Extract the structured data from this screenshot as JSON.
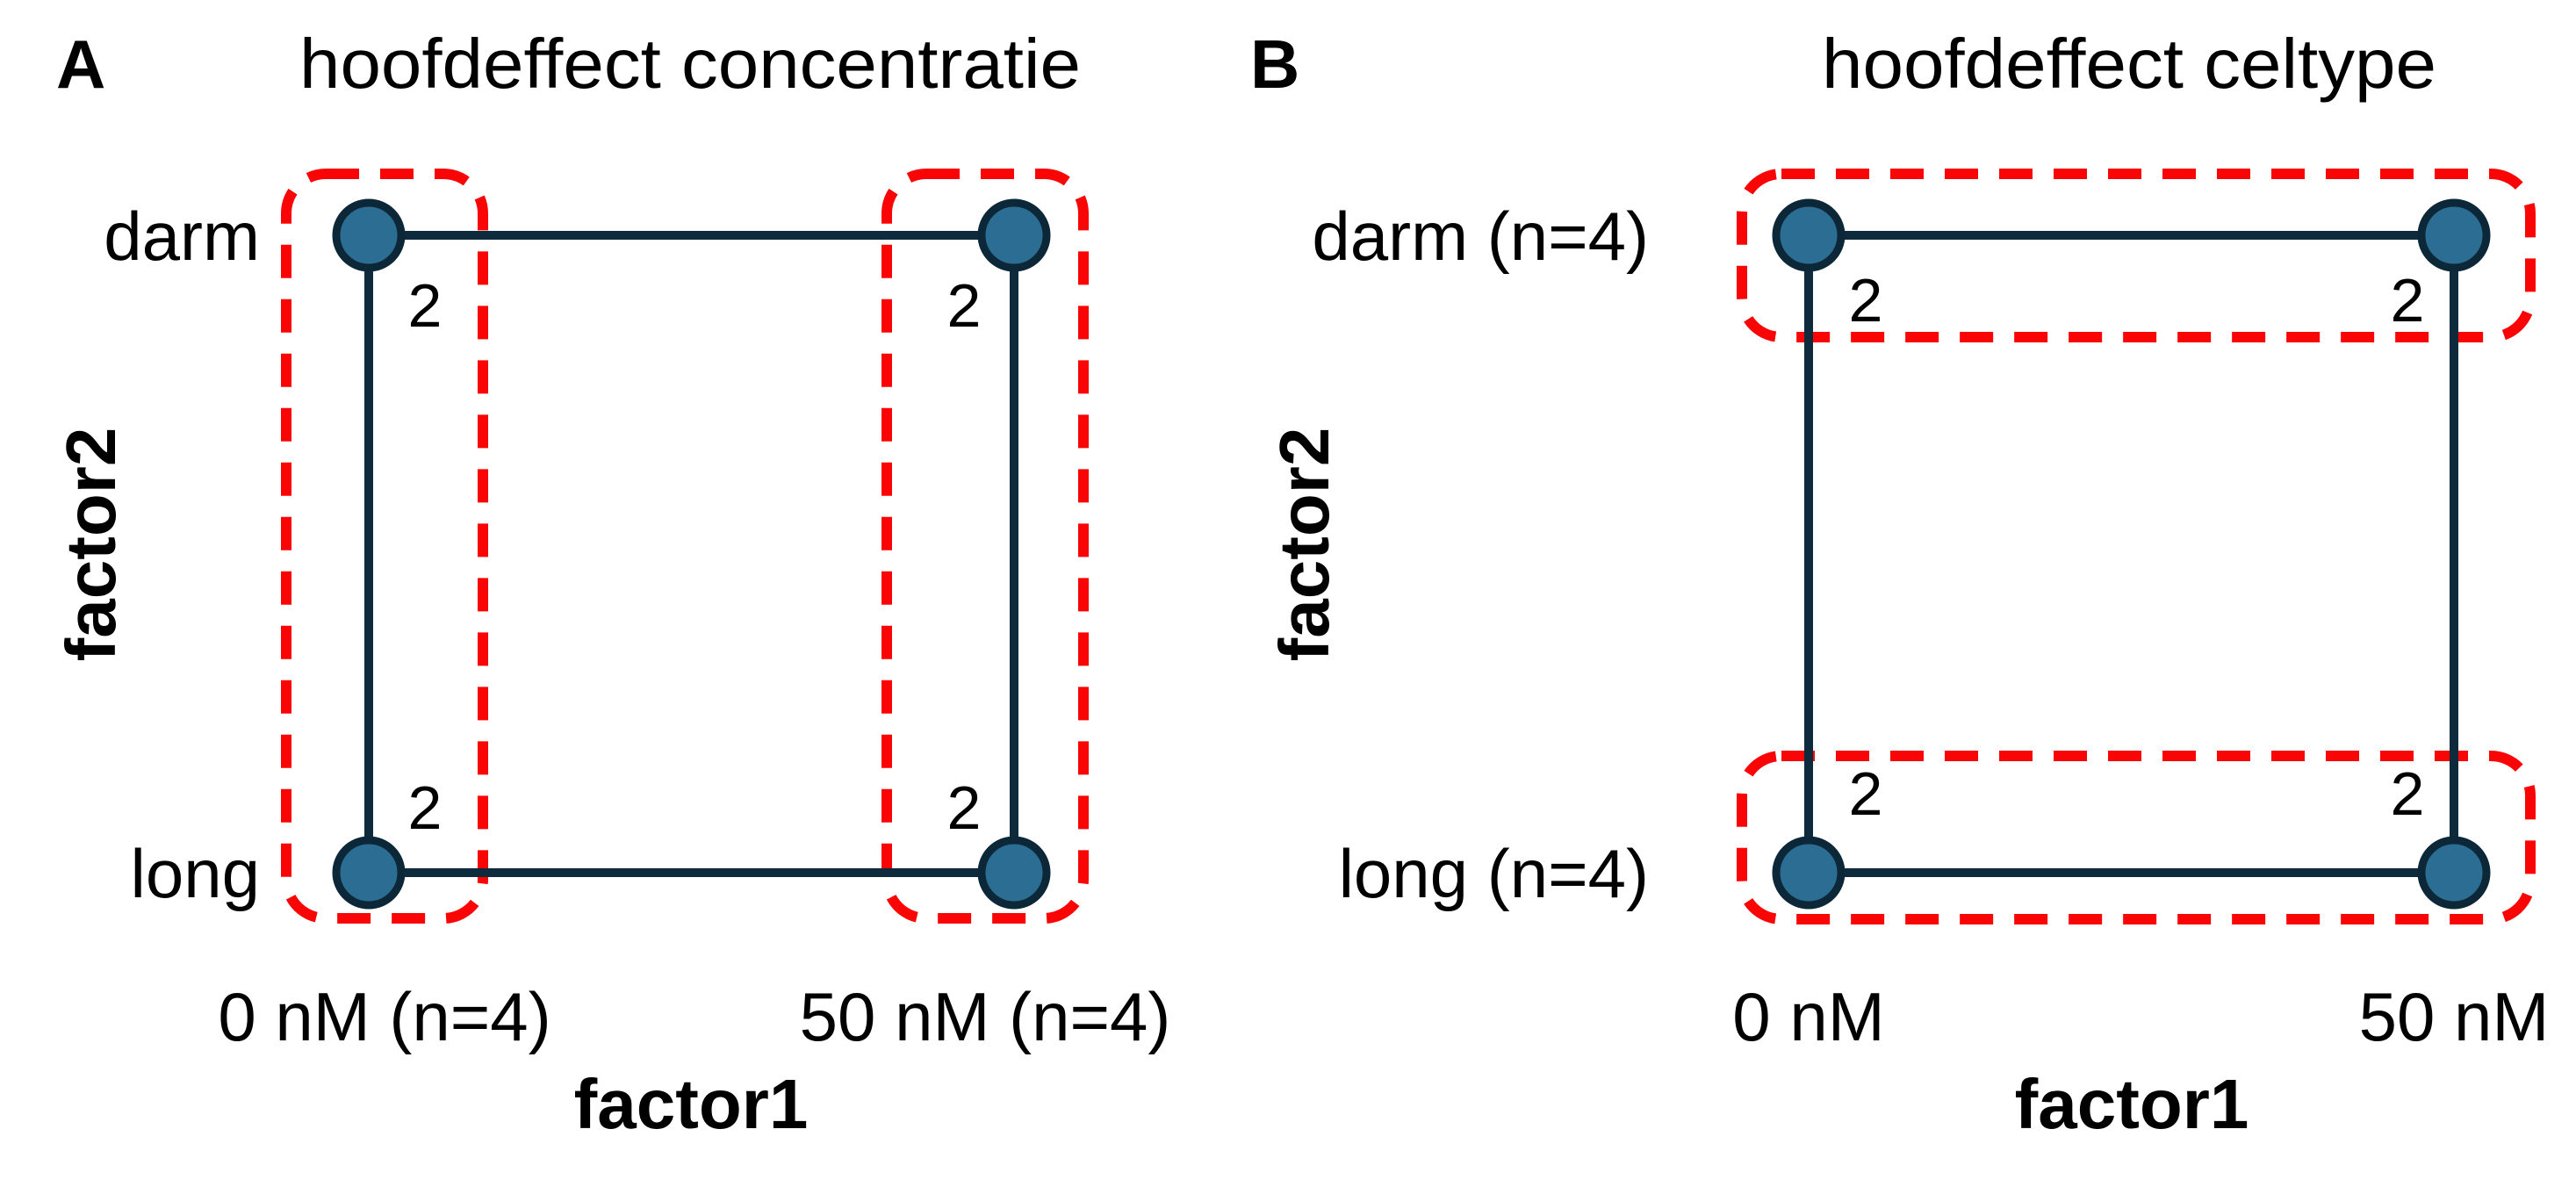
{
  "figure": {
    "type": "factorial-design-diagram",
    "background": "#FFFFFF",
    "colors": {
      "node_fill": "#2C6D93",
      "node_outline": "#0C2738",
      "edge": "#0E2B3E",
      "highlight": "#F90505",
      "text": "#000000"
    },
    "panels": [
      {
        "label": "A",
        "title": "hoofdeffect concentratie",
        "x_axis": {
          "title": "factor1",
          "ticks": [
            "0 nM (n=4)",
            "50 nM (n=4)"
          ]
        },
        "y_axis": {
          "title": "factor2",
          "ticks": [
            "darm",
            "long"
          ]
        },
        "highlight_grouping": "columns",
        "cells": [
          {
            "row": "darm",
            "col": "0 nM",
            "count": "2"
          },
          {
            "row": "darm",
            "col": "50 nM",
            "count": "2"
          },
          {
            "row": "long",
            "col": "0 nM",
            "count": "2"
          },
          {
            "row": "long",
            "col": "50 nM",
            "count": "2"
          }
        ]
      },
      {
        "label": "B",
        "title": "hoofdeffect celtype",
        "x_axis": {
          "title": "factor1",
          "ticks": [
            "0 nM",
            "50 nM"
          ]
        },
        "y_axis": {
          "title": "factor2",
          "ticks": [
            "darm (n=4)",
            "long (n=4)"
          ]
        },
        "highlight_grouping": "rows",
        "cells": [
          {
            "row": "darm",
            "col": "0 nM",
            "count": "2"
          },
          {
            "row": "darm",
            "col": "50 nM",
            "count": "2"
          },
          {
            "row": "long",
            "col": "0 nM",
            "count": "2"
          },
          {
            "row": "long",
            "col": "50 nM",
            "count": "2"
          }
        ]
      }
    ]
  }
}
